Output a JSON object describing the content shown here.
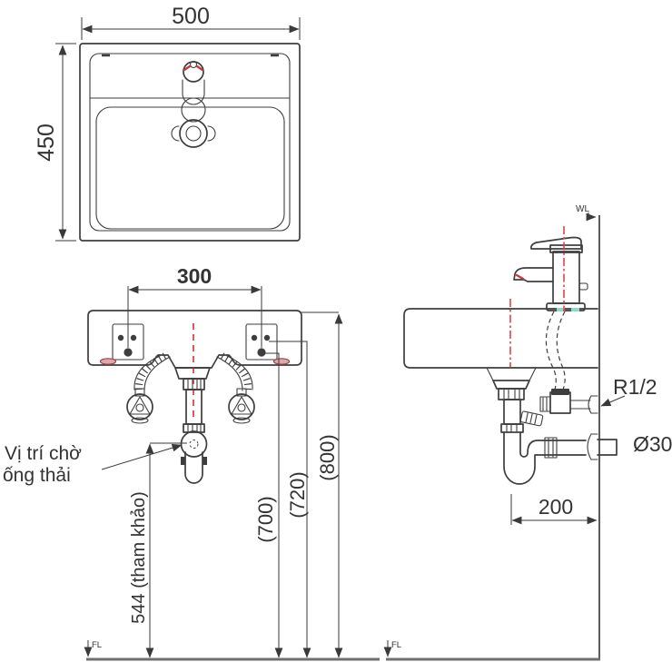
{
  "drawing_type": "sink installation technical drawing",
  "views": {
    "top": {
      "width_label": "500",
      "depth_label": "450"
    },
    "front": {
      "hole_spacing_label": "300",
      "h700": "(700)",
      "h720": "(720)",
      "h800": "(800)",
      "drain_height_label": "544 (tham khảo)",
      "note_line1": "Vị trí chờ",
      "note_line2": "ống thải",
      "floor_label": "FL"
    },
    "side": {
      "trap_offset_label": "200",
      "supply_thread_label": "R1/2",
      "waste_pipe_label": "Ø30",
      "wall_label": "WL",
      "floor_label": "FL"
    }
  },
  "colors": {
    "line": "#3e3e3e",
    "dimension": "#3a3a3a",
    "centerline_red": "#e04545",
    "accent_red": "#c03a3a",
    "accent_teal": "#8fd8cc",
    "slot_fill": "#dbaaaa",
    "floor_line": "#6f6f6f",
    "background": "#ffffff"
  }
}
